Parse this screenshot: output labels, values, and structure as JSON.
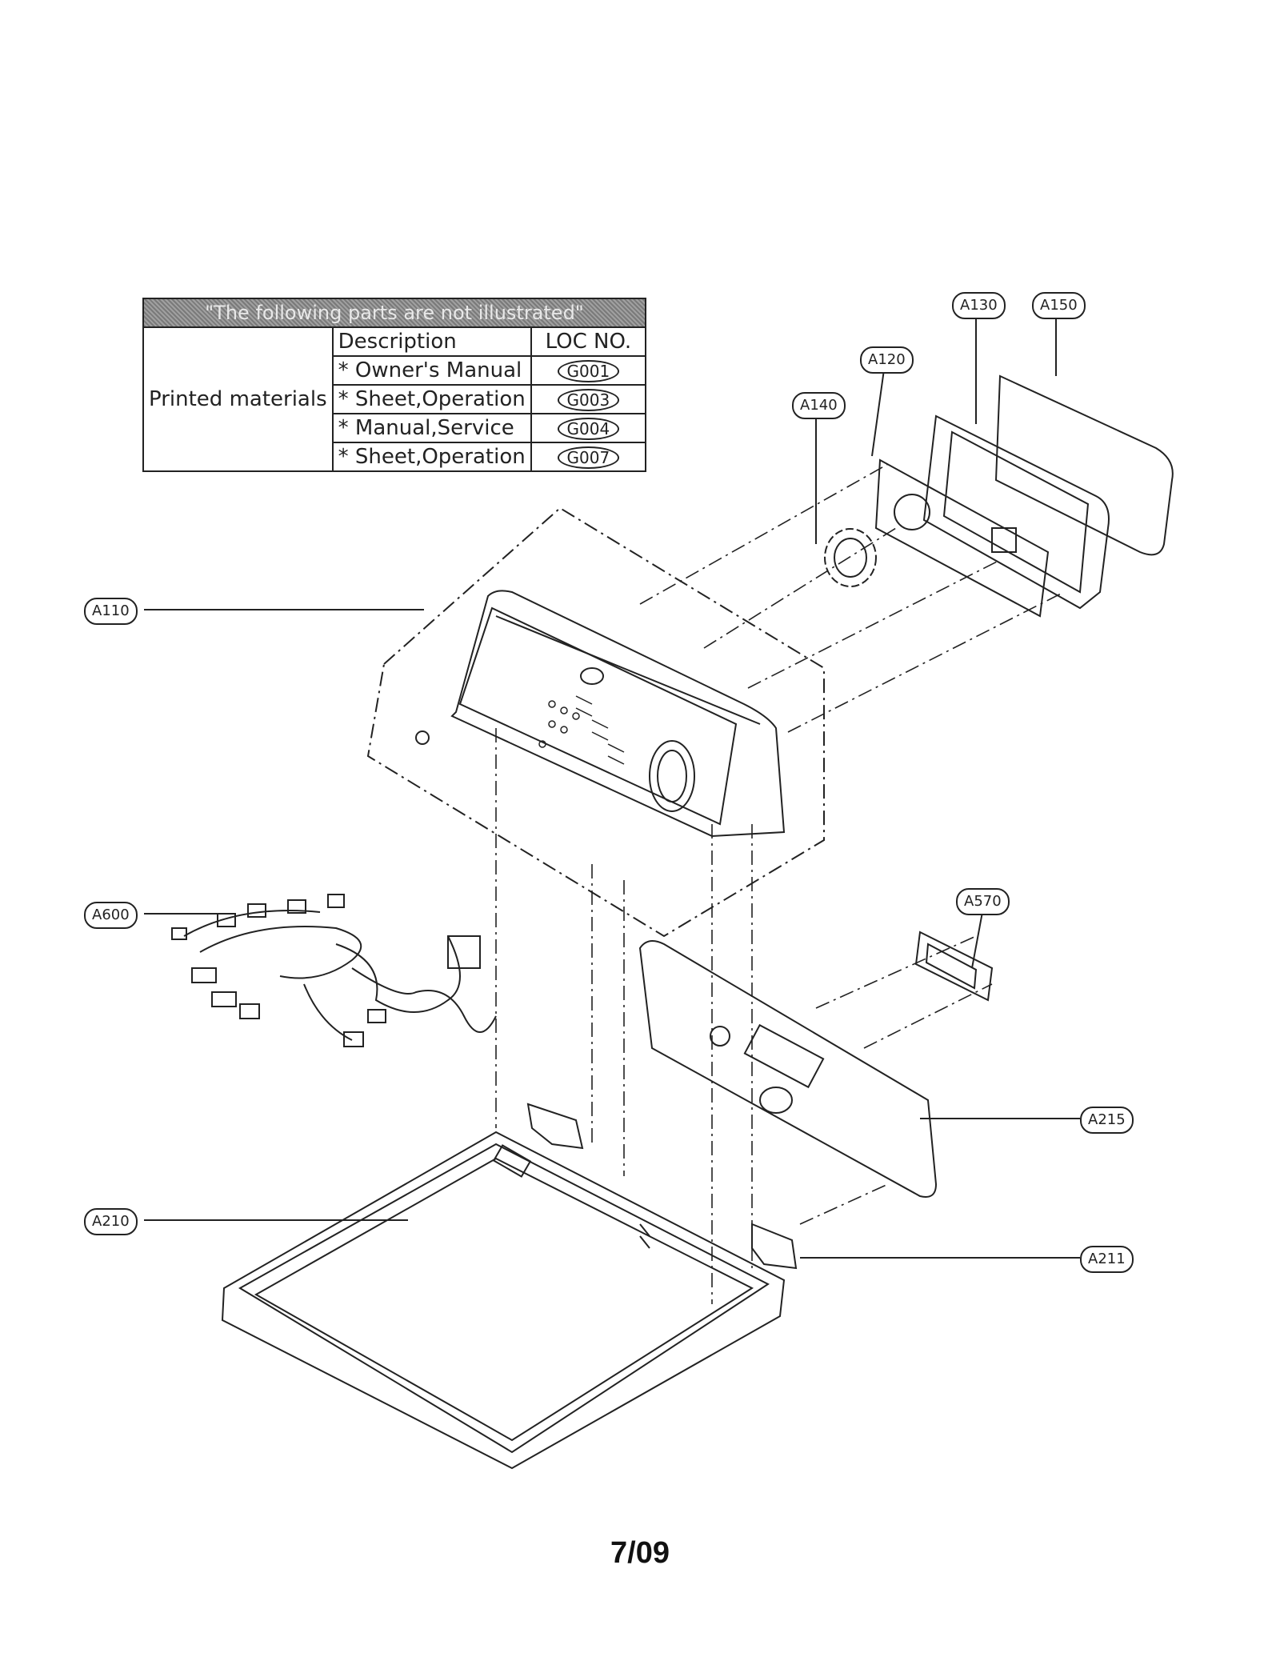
{
  "table": {
    "header": "\"The following parts are not illustrated\"",
    "col_description": "Description",
    "col_loc": "LOC NO.",
    "category": "Printed materials",
    "rows": [
      {
        "description": "* Owner's Manual",
        "loc": "G001"
      },
      {
        "description": "* Sheet,Operation",
        "loc": "G003"
      },
      {
        "description": "* Manual,Service",
        "loc": "G004"
      },
      {
        "description": "* Sheet,Operation",
        "loc": "G007"
      }
    ]
  },
  "callouts": {
    "a130": "A130",
    "a150": "A150",
    "a120": "A120",
    "a140": "A140",
    "a110": "A110",
    "a600": "A600",
    "a570": "A570",
    "a215": "A215",
    "a210": "A210",
    "a211": "A211"
  },
  "page_number": "7/09"
}
